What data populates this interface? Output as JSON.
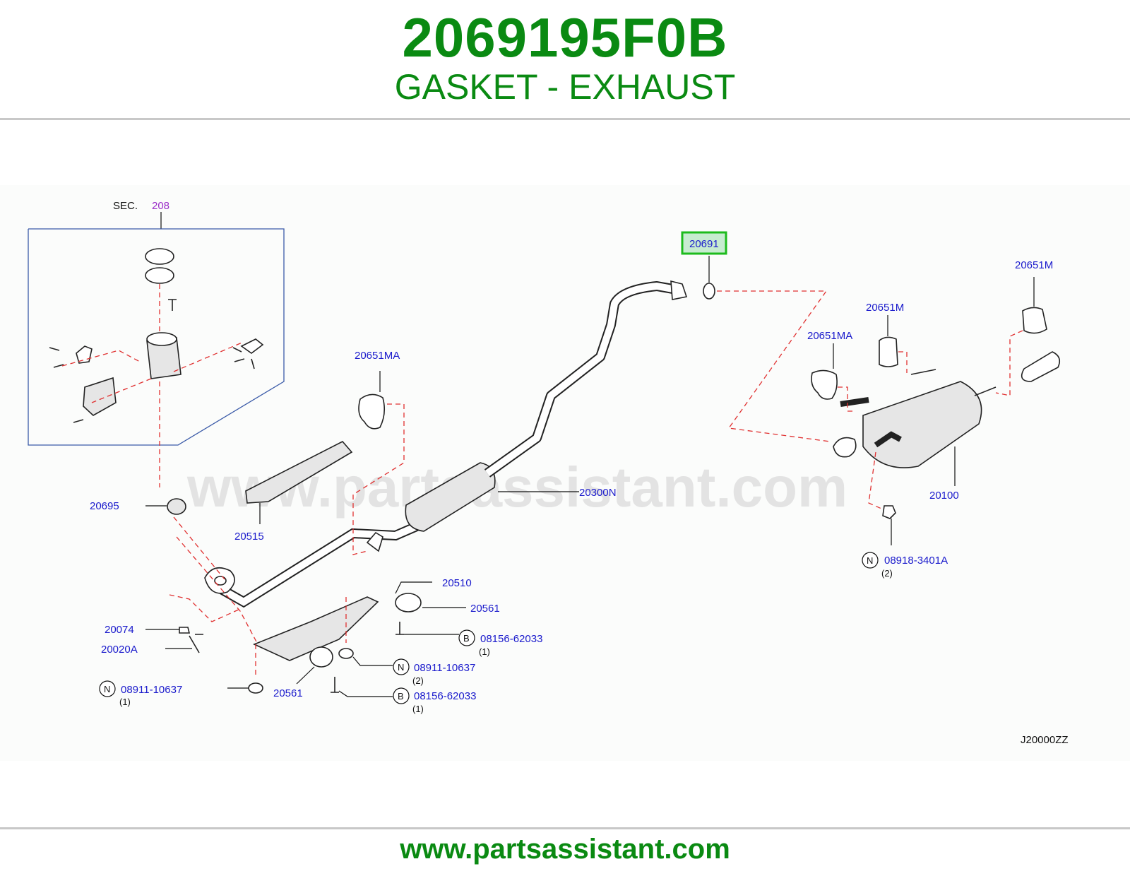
{
  "header": {
    "part_number": "2069195F0B",
    "part_name": "GASKET - EXHAUST"
  },
  "diagram": {
    "section_prefix": "SEC.",
    "section_number": "208",
    "highlighted_part": "20691",
    "watermark": "www.partsassistant.com",
    "drawing_code": "J20000ZZ",
    "callouts": {
      "c20691": "20691",
      "c20651M_a": "20651M",
      "c20651M_b": "20651M",
      "c20651MA_a": "20651MA",
      "c20651MA_b": "20651MA",
      "c20515": "20515",
      "c20695": "20695",
      "c20300N": "20300N",
      "c20100": "20100",
      "c20510": "20510",
      "c20561_a": "20561",
      "c20561_b": "20561",
      "c20074": "20074",
      "c20020A": "20020A",
      "c08911_a": "08911-10637",
      "c08911_a_qty": "(1)",
      "c08911_b": "08911-10637",
      "c08911_b_qty": "(2)",
      "c08156_a": "08156-62033",
      "c08156_a_qty": "(1)",
      "c08156_b": "08156-62033",
      "c08156_b_qty": "(1)",
      "c08918": "08918-3401A",
      "c08918_qty": "(2)",
      "badge_n": "N",
      "badge_b": "B"
    },
    "colors": {
      "title_green": "#0a8a12",
      "callout_blue": "#1a1acc",
      "highlight_green": "#1dbb1d",
      "dash_red": "#e03030",
      "section_purple": "#9b2fc9"
    }
  },
  "footer": {
    "url": "www.partsassistant.com"
  }
}
